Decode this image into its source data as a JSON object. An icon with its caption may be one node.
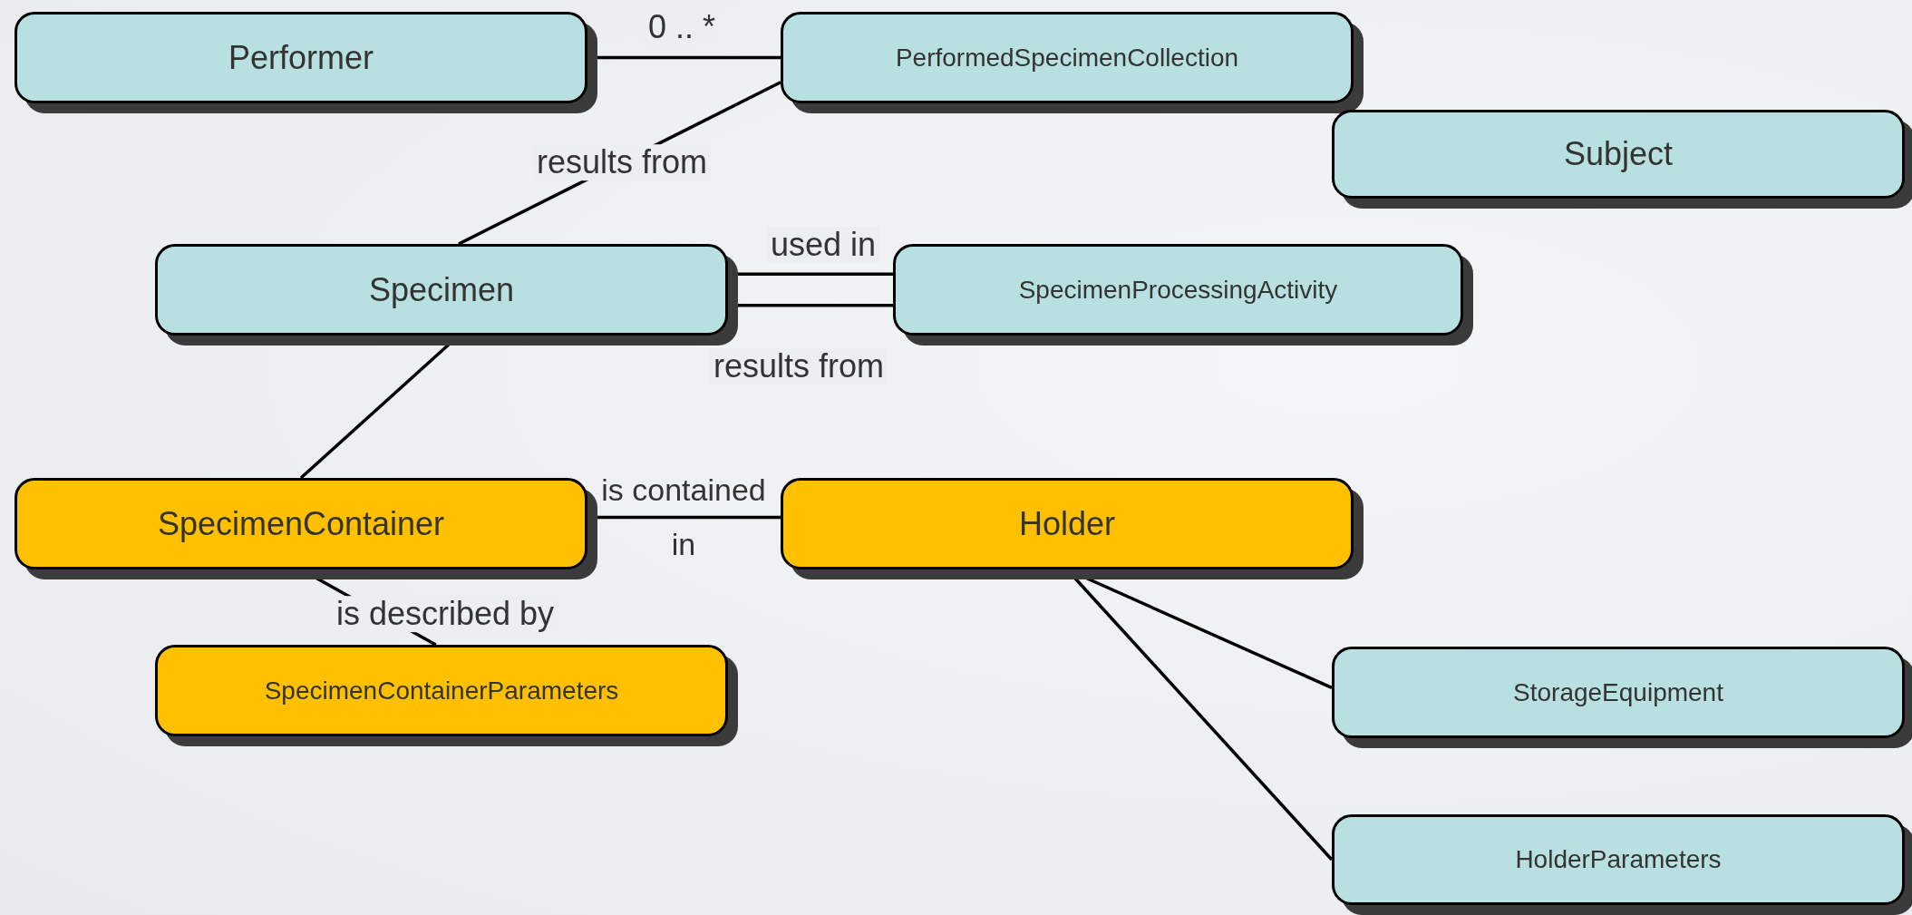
{
  "diagram": {
    "nodes": [
      {
        "text": [
          "Performer"
        ]
      },
      {
        "text": [
          "PerformedSpecimenCollection"
        ]
      },
      {
        "text": [
          "Subject"
        ]
      },
      {
        "text": [
          "Specimen"
        ]
      },
      {
        "text": [
          "SpecimenProcessingActivity"
        ]
      },
      {
        "text": [
          "SpecimenContainer"
        ]
      },
      {
        "text": [
          "Holder"
        ]
      },
      {
        "text": [
          "SpecimenContainerParameters"
        ]
      },
      {
        "text": [
          "StorageEquipment"
        ]
      },
      {
        "text": [
          "HolderParameters"
        ]
      }
    ],
    "edges": [
      {
        "from": 0,
        "to": 1,
        "arrow": "none",
        "label": "0 .. *"
      },
      {
        "from": 1,
        "to": 3,
        "arrow": "none",
        "label": "results from"
      },
      {
        "from": 3,
        "to": 4,
        "arrow": "none",
        "label": "used in"
      },
      {
        "from": 3,
        "to": 4,
        "arrow": "none",
        "label": "results from"
      },
      {
        "from": 3,
        "to": 5,
        "arrow": "none"
      },
      {
        "from": 5,
        "to": 6,
        "arrow": "none",
        "label": "is contained in"
      },
      {
        "from": 5,
        "to": 7,
        "arrow": "none",
        "label": "is described by"
      },
      {
        "from": 6,
        "to": 8,
        "arrow": "none"
      },
      {
        "from": 6,
        "to": 9,
        "arrow": "none"
      }
    ]
  }
}
